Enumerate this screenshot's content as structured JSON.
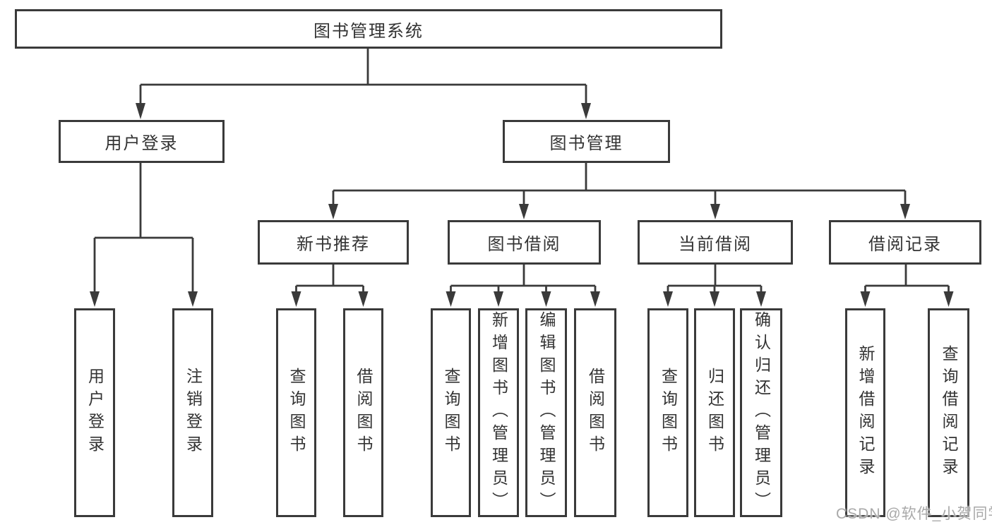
{
  "tree": {
    "root": {
      "label": "图书管理系统",
      "children": [
        {
          "label": "用户登录",
          "children": [
            {
              "label": "用户登录"
            },
            {
              "label": "注销登录"
            }
          ]
        },
        {
          "label": "图书管理",
          "children": [
            {
              "label": "新书推荐",
              "children": [
                {
                  "label": "查询图书"
                },
                {
                  "label": "借阅图书"
                }
              ]
            },
            {
              "label": "图书借阅",
              "children": [
                {
                  "label": "查询图书"
                },
                {
                  "label": "新增图书（管理员）"
                },
                {
                  "label": "编辑图书（管理员）"
                },
                {
                  "label": "借阅图书"
                }
              ]
            },
            {
              "label": "当前借阅",
              "children": [
                {
                  "label": "查询图书"
                },
                {
                  "label": "归还图书"
                },
                {
                  "label": "确认归还（管理员）"
                }
              ]
            },
            {
              "label": "借阅记录",
              "children": [
                {
                  "label": "新增借阅记录"
                },
                {
                  "label": "查询借阅记录"
                }
              ]
            }
          ]
        }
      ]
    }
  },
  "watermark": {
    "text": "CSDN @软件_小贺同学"
  },
  "colors": {
    "line": "#3a3a3a",
    "text": "#333333",
    "background": "#ffffff",
    "watermark": "#a4a4a4"
  }
}
